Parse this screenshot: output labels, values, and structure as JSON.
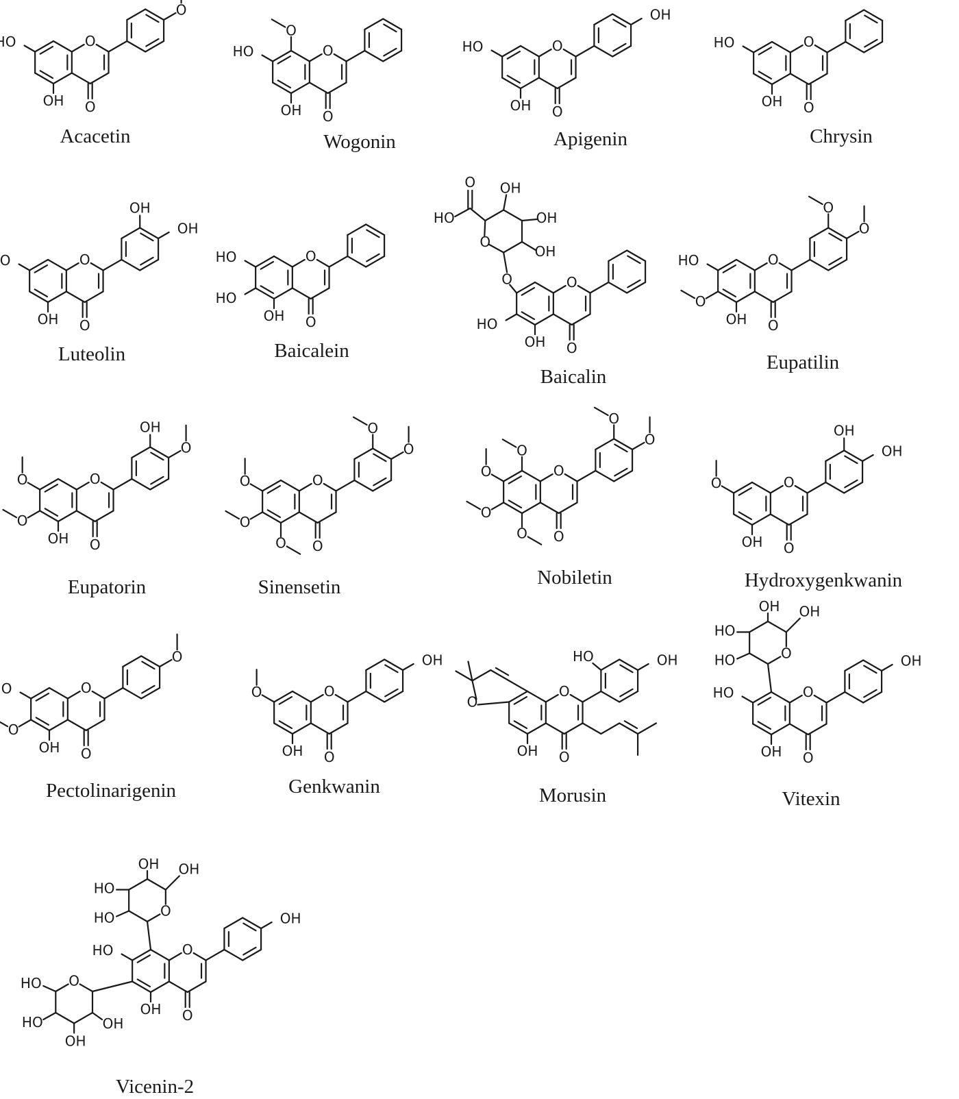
{
  "figure": {
    "compounds": [
      {
        "id": "acacetin",
        "name": "Acacetin",
        "ring_a": {
          "c5": "OH",
          "c6": "",
          "c7": "HO",
          "c8": ""
        },
        "ring_b": {
          "c3p": "",
          "c4p": "O"
        },
        "ring_b_phenyl_only": false
      },
      {
        "id": "wogonin",
        "name": "Wogonin",
        "ring_a": {
          "c5": "OH",
          "c6": "",
          "c7": "HO",
          "c8": "O"
        },
        "ring_b": {
          "c3p": "",
          "c4p": ""
        },
        "ring_b_phenyl_only": true
      },
      {
        "id": "apigenin",
        "name": "Apigenin",
        "ring_a": {
          "c5": "OH",
          "c6": "",
          "c7": "HO",
          "c8": ""
        },
        "ring_b": {
          "c3p": "",
          "c4p": "OH"
        },
        "ring_b_phenyl_only": false
      },
      {
        "id": "chrysin",
        "name": "Chrysin",
        "ring_a": {
          "c5": "OH",
          "c6": "",
          "c7": "HO",
          "c8": ""
        },
        "ring_b": {
          "c3p": "",
          "c4p": ""
        },
        "ring_b_phenyl_only": true
      },
      {
        "id": "luteolin",
        "name": "Luteolin",
        "ring_a": {
          "c5": "OH",
          "c6": "",
          "c7": "HO",
          "c8": ""
        },
        "ring_b": {
          "c3p": "OH",
          "c4p": "OH"
        },
        "ring_b_phenyl_only": false
      },
      {
        "id": "baicalein",
        "name": "Baicalein",
        "ring_a": {
          "c5": "OH",
          "c6": "HO",
          "c7": "HO",
          "c8": ""
        },
        "ring_b": {
          "c3p": "",
          "c4p": ""
        },
        "ring_b_phenyl_only": true
      },
      {
        "id": "baicalin",
        "name": "Baicalin",
        "ring_a": {
          "c5": "OH",
          "c6": "HO",
          "c7": "O",
          "c8": ""
        },
        "ring_b": {
          "c3p": "",
          "c4p": ""
        },
        "ring_b_phenyl_only": true,
        "sugar": {
          "top_oh": "OH",
          "right_oh": "OH",
          "lower_oh": "OH",
          "acid_ho": "HO",
          "acid_o": "O",
          "ring_o": "O"
        }
      },
      {
        "id": "eupatilin",
        "name": "Eupatilin",
        "ring_a": {
          "c5": "OH",
          "c6": "O",
          "c7": "HO",
          "c8": ""
        },
        "ring_b": {
          "c3p": "O",
          "c4p": "O"
        },
        "ring_b_phenyl_only": false
      },
      {
        "id": "eupatorin",
        "name": "Eupatorin",
        "ring_a": {
          "c5": "OH",
          "c6": "O",
          "c7": "O",
          "c8": ""
        },
        "ring_b": {
          "c3p": "OH",
          "c4p": "O"
        },
        "ring_b_phenyl_only": false
      },
      {
        "id": "sinensetin",
        "name": "Sinensetin",
        "ring_a": {
          "c5": "O",
          "c6": "O",
          "c7": "O",
          "c8": ""
        },
        "ring_b": {
          "c3p": "O",
          "c4p": "O"
        },
        "ring_b_phenyl_only": false
      },
      {
        "id": "nobiletin",
        "name": "Nobiletin",
        "ring_a": {
          "c5": "O",
          "c6": "O",
          "c7": "O",
          "c8": "O"
        },
        "ring_b": {
          "c3p": "O",
          "c4p": "O"
        },
        "ring_b_phenyl_only": false
      },
      {
        "id": "hydroxygenkwanin",
        "name": "Hydroxygenkwanin",
        "ring_a": {
          "c5": "OH",
          "c6": "",
          "c7": "O",
          "c8": ""
        },
        "ring_b": {
          "c3p": "OH",
          "c4p": "OH"
        },
        "ring_b_phenyl_only": false
      },
      {
        "id": "pectolinarigenin",
        "name": "Pectolinarigenin",
        "ring_a": {
          "c5": "OH",
          "c6": "O",
          "c7": "HO",
          "c8": ""
        },
        "ring_b": {
          "c3p": "",
          "c4p": "O"
        },
        "ring_b_phenyl_only": false
      },
      {
        "id": "genkwanin",
        "name": "Genkwanin",
        "ring_a": {
          "c5": "OH",
          "c6": "",
          "c7": "O",
          "c8": ""
        },
        "ring_b": {
          "c3p": "",
          "c4p": "OH"
        },
        "ring_b_phenyl_only": false
      },
      {
        "id": "morusin",
        "name": "Morusin",
        "ring_a": {
          "c5": "OH",
          "c6": "",
          "c7": "",
          "c8": ""
        },
        "ring_b": {
          "c3p": "",
          "c4p": "OH"
        },
        "ring_b_phenyl_only": false,
        "extra": {
          "pyran_o": "O",
          "b_2p_oh": "HO"
        }
      },
      {
        "id": "vitexin",
        "name": "Vitexin",
        "ring_a": {
          "c5": "OH",
          "c6": "",
          "c7": "HO",
          "c8": ""
        },
        "ring_b": {
          "c3p": "",
          "c4p": "OH"
        },
        "ring_b_phenyl_only": false,
        "sugar": {
          "s1": "OH",
          "s2": "OH",
          "s3": "HO",
          "s4": "HO",
          "ring_o": "O"
        }
      },
      {
        "id": "vicenin2",
        "name": "Vicenin-2",
        "ring_a": {
          "c5": "OH",
          "c6": "",
          "c7": "HO",
          "c8": ""
        },
        "ring_b": {
          "c3p": "",
          "c4p": "OH"
        },
        "ring_b_phenyl_only": false,
        "sugar": {
          "s1": "OH",
          "s2": "OH",
          "s3": "HO",
          "s4": "HO",
          "ring_o": "O"
        },
        "sugar2": {
          "s1": "HO",
          "s2": "HO",
          "s3": "OH",
          "s4": "OH",
          "ring_o": "O"
        }
      }
    ],
    "common": {
      "ring_o": "O",
      "carbonyl_o": "O"
    }
  }
}
